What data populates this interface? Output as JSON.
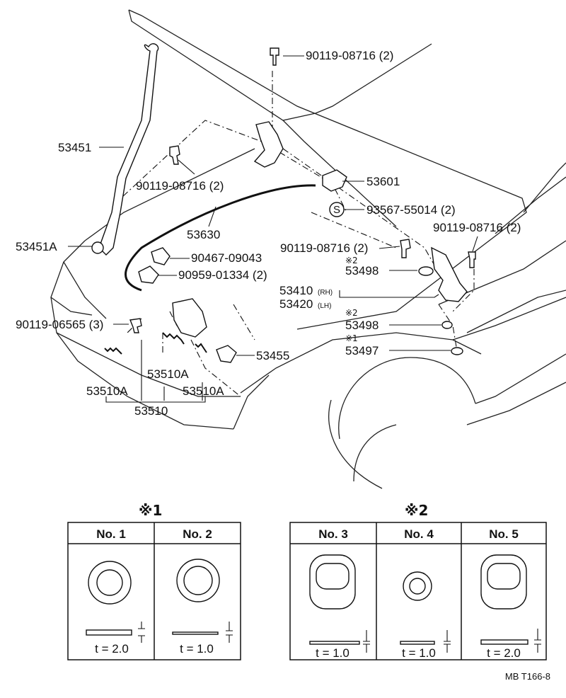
{
  "parts": {
    "p53451": "53451",
    "p53451a": "53451A",
    "p90119_08716_top": "90119-08716 (2)",
    "p90119_08716_left": "90119-08716 (2)",
    "p53601": "53601",
    "p93567": "93567-55014 (2)",
    "s_symbol": "S",
    "p53630": "53630",
    "p90119_08716_right": "90119-08716 (2)",
    "p90119_08716_mid": "90119-08716 (2)",
    "p90467": "90467-09043",
    "p90959": "90959-01334 (2)",
    "mark_2a": "※2",
    "p53498_a": "53498",
    "p53410": "53410",
    "p53410_side": "(RH)",
    "p53420": "53420",
    "p53420_side": "(LH)",
    "p90119_06565": "90119-06565 (3)",
    "mark_2b": "※2",
    "p53498_b": "53498",
    "mark_1": "※1",
    "p53497": "53497",
    "p53455": "53455",
    "p53510a_center": "53510A",
    "p53510a_left": "53510A",
    "p53510a_right": "53510A",
    "p53510": "53510"
  },
  "tables": {
    "t1_title": "※1",
    "t1_no1": "No. 1",
    "t1_no2": "No. 2",
    "t1_t1": "t = 2.0",
    "t1_t2": "t = 1.0",
    "t2_title": "※2",
    "t2_no3": "No. 3",
    "t2_no4": "No. 4",
    "t2_no5": "No. 5",
    "t2_t3": "t = 1.0",
    "t2_t4": "t = 1.0",
    "t2_t5": "t = 2.0"
  },
  "footer": {
    "code": "MB T166-8"
  }
}
